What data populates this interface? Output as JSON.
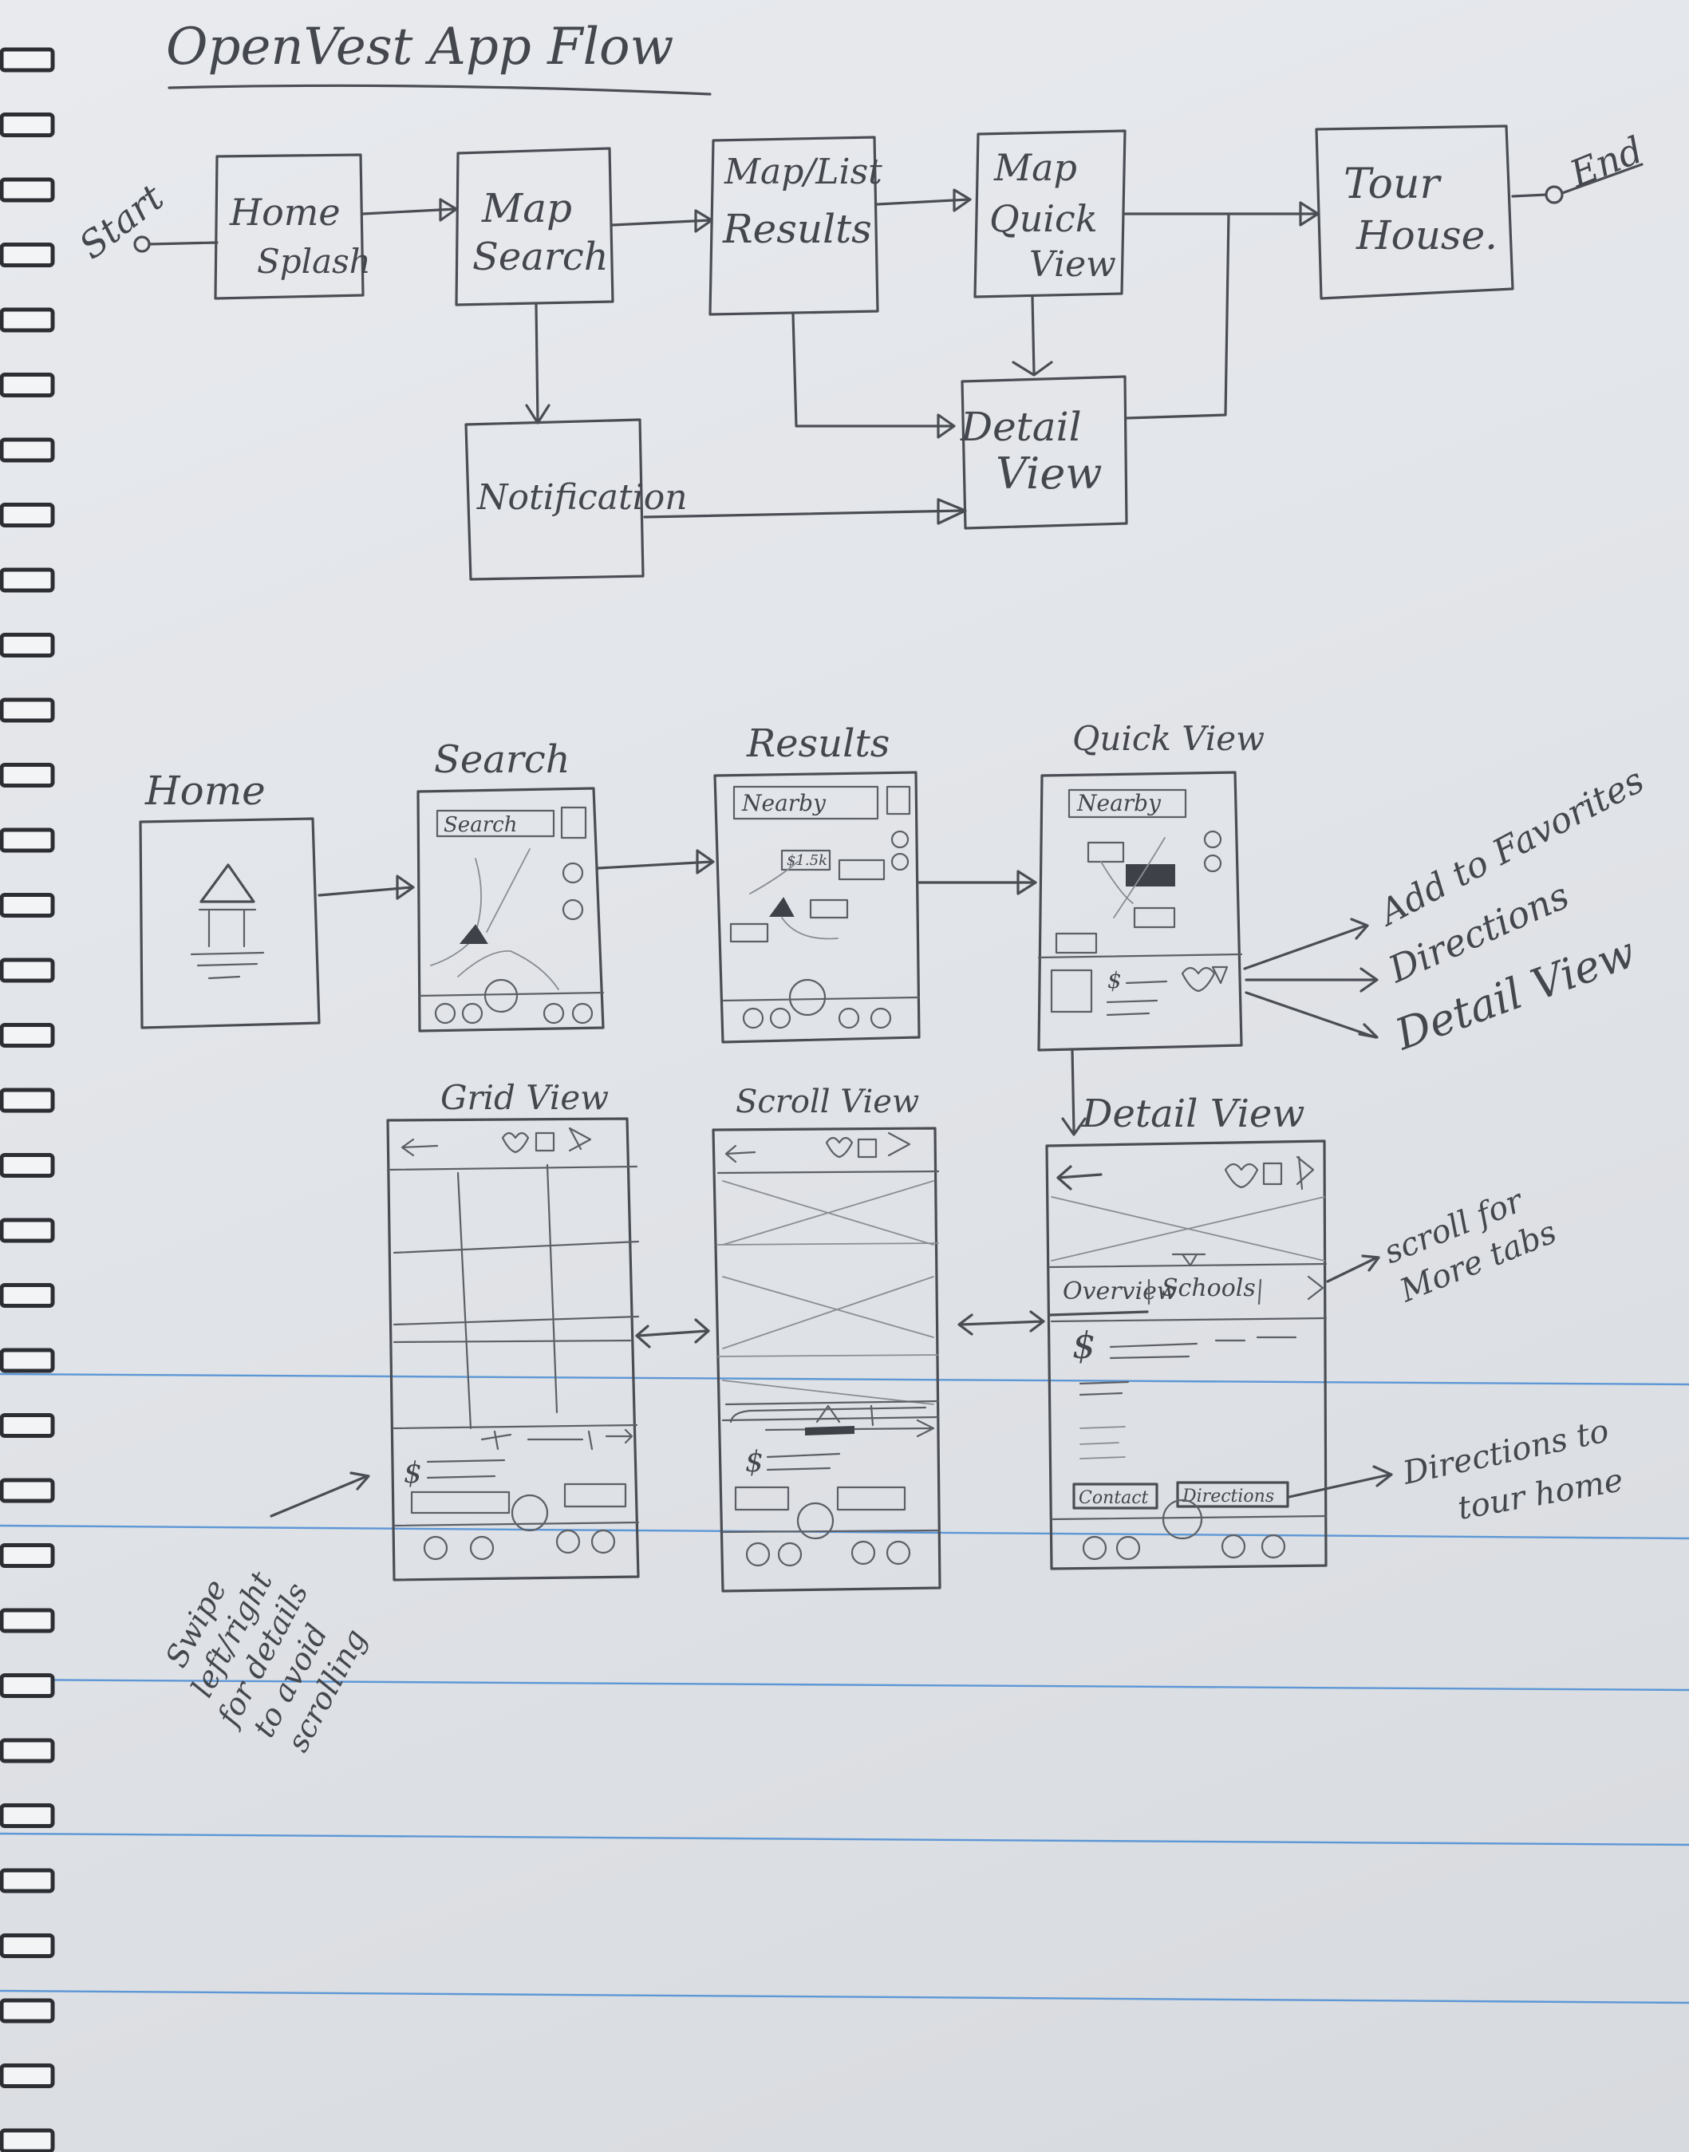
{
  "title": "OpenVest App Flow",
  "flow": {
    "start_label": "Start",
    "end_label": "End",
    "boxes": {
      "home_splash": [
        "Home",
        "Splash"
      ],
      "map_search": [
        "Map",
        "Search"
      ],
      "map_list_results": [
        "Map/List",
        "Results"
      ],
      "map_quick_view": [
        "Map",
        "Quick",
        "View"
      ],
      "tour_house": [
        "Tour",
        "House."
      ],
      "notification": [
        "Notification"
      ],
      "detail_view": [
        "Detail",
        "View"
      ]
    }
  },
  "wireframes": {
    "home": {
      "title": "Home"
    },
    "search": {
      "title": "Search",
      "search_field": "Search"
    },
    "results": {
      "title": "Results",
      "nearby_field": "Nearby",
      "price_tag": "$1.5k"
    },
    "quick_view": {
      "title": "Quick View",
      "nearby_field": "Nearby",
      "price": "$"
    },
    "grid_view": {
      "title": "Grid View",
      "price": "$"
    },
    "scroll_view": {
      "title": "Scroll View",
      "price": "$"
    },
    "detail_view": {
      "title": "Detail View",
      "tabs": [
        "Overview",
        "Schools"
      ],
      "price": "$",
      "contact_button": "Contact",
      "directions_button": "Directions"
    }
  },
  "annotations": {
    "quick_view_actions": [
      "Add to Favorites",
      "Directions",
      "Detail View"
    ],
    "scroll_tabs": [
      "scroll for",
      "More tabs"
    ],
    "directions_note": [
      "Directions to",
      "tour home"
    ],
    "swipe_note": [
      "Swipe",
      "left/right",
      "for details",
      "to avoid",
      "scrolling"
    ]
  }
}
